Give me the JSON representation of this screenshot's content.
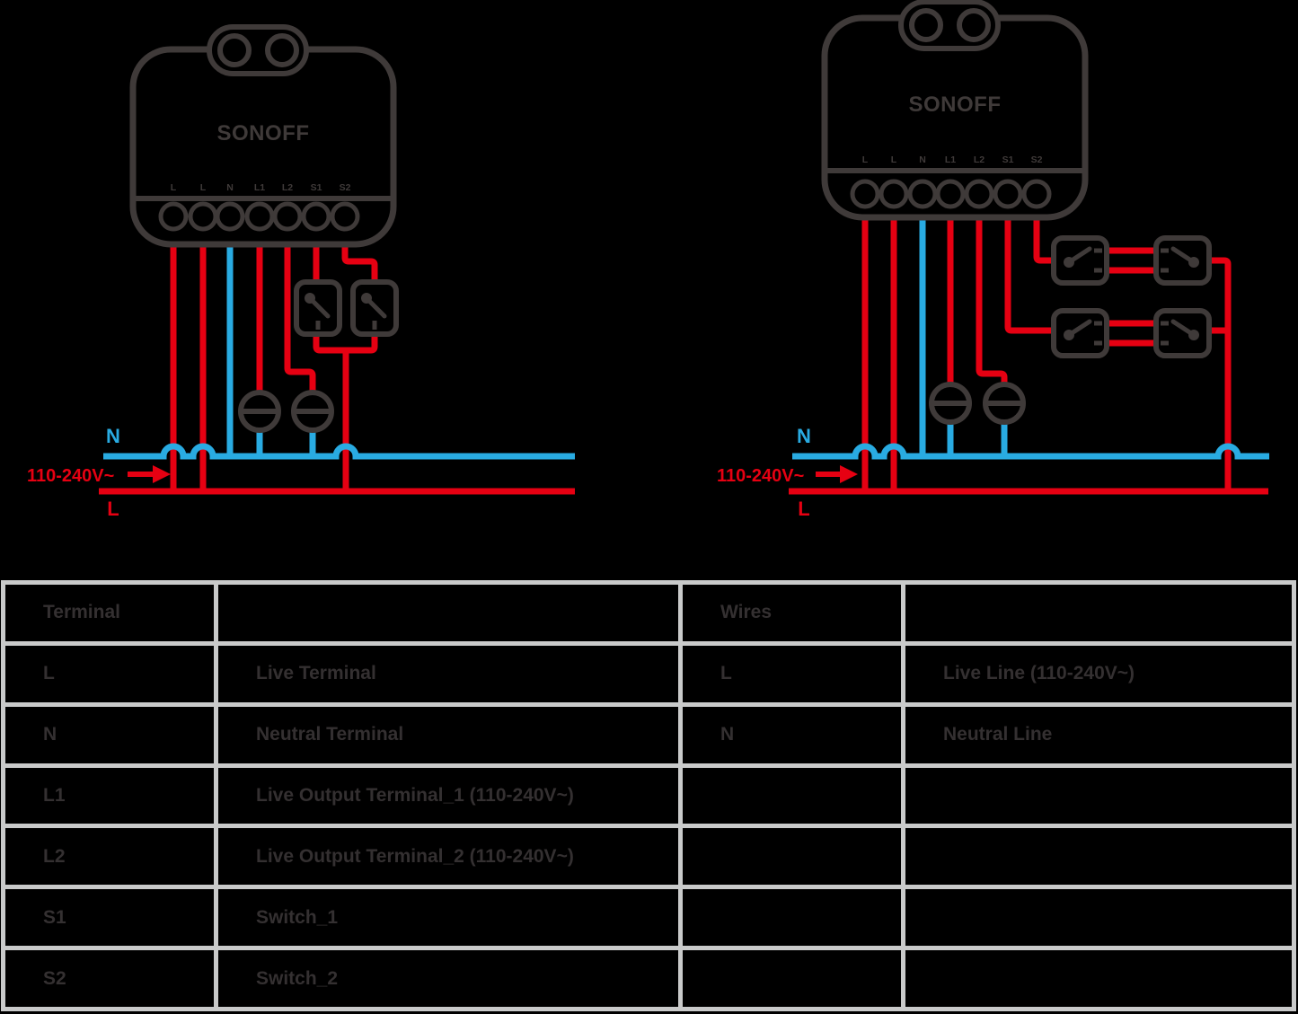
{
  "labels": {
    "logo": "SONOFF",
    "terminals": [
      "L",
      "L",
      "N",
      "L1",
      "L2",
      "S1",
      "S2"
    ],
    "neutral_line": "N",
    "live_line": "L",
    "voltage": "110-240V~"
  },
  "colors": {
    "live": "#e60012",
    "neutral": "#29abe2",
    "outline": "#3f3a39",
    "table_border": "#c9caca",
    "table_text": "#343031"
  },
  "table": {
    "cells": [
      [
        "Terminal",
        "",
        "Wires",
        ""
      ],
      [
        "L",
        "Live Terminal",
        "L",
        "Live Line (110-240V~)"
      ],
      [
        "N",
        "Neutral Terminal",
        "N",
        "Neutral Line"
      ],
      [
        "L1",
        "Live Output Terminal_1 (110-240V~)",
        "",
        ""
      ],
      [
        "L2",
        "Live Output Terminal_2 (110-240V~)",
        "",
        ""
      ],
      [
        "S1",
        "Switch_1",
        "",
        ""
      ],
      [
        "S2",
        "Switch_2",
        "",
        ""
      ]
    ]
  }
}
